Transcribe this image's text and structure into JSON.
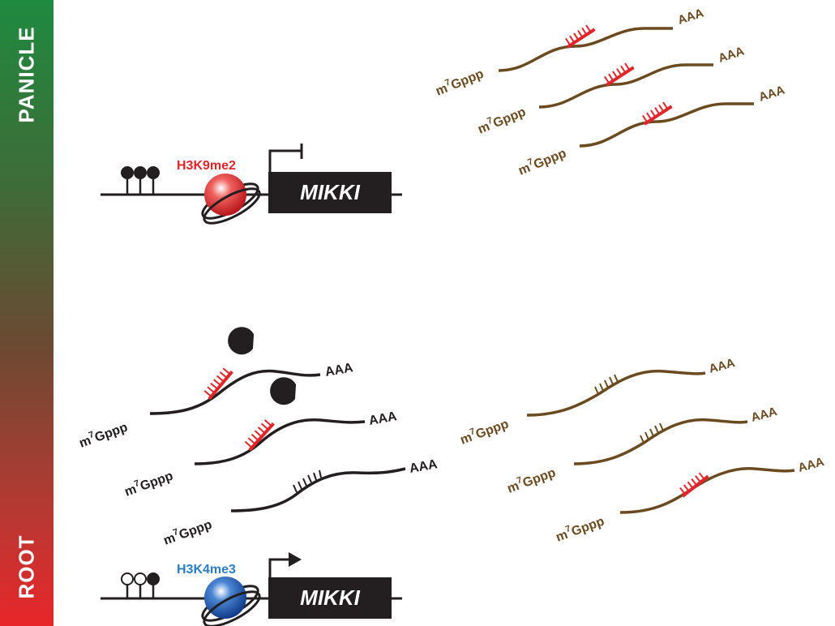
{
  "sidebar": {
    "top_label": "PANICLE",
    "bottom_label": "ROOT"
  },
  "genes": {
    "panicle": {
      "gene_name": "MIKKI",
      "histone_mark": "H3K9me2",
      "mark_color": "#e0262a",
      "methyl_marks": [
        "filled",
        "filled",
        "filled"
      ],
      "promoter": "repressed"
    },
    "root": {
      "gene_name": "MIKKI",
      "histone_mark": "H3K4me3",
      "mark_color": "#2a7ec4",
      "methyl_marks": [
        "open",
        "open",
        "filled"
      ],
      "promoter": "active"
    }
  },
  "transcript": {
    "cap": "m",
    "cap_sup": "7",
    "cap_suffix": "Gppp",
    "tail": "AAA"
  },
  "colors": {
    "sirna": "#e0262a",
    "panicle_mrna": "#6b4a1f",
    "root_mrna": "#231f20",
    "sidebar_top": "#1f8a3f",
    "sidebar_bottom": "#e8262a"
  },
  "icons": {
    "promoter_arrow": "bent-arrow-icon",
    "promoter_block": "t-bar-icon",
    "nucleosome": "nucleosome-icon",
    "cleavage_factor": "pacman-icon"
  }
}
